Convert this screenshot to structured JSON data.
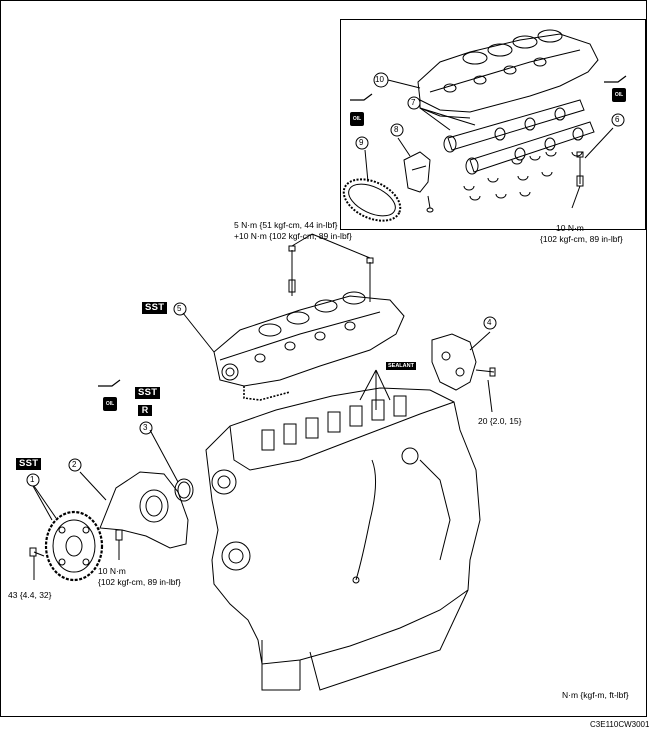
{
  "callouts": [
    "1",
    "2",
    "3",
    "4",
    "5",
    "6",
    "7",
    "8",
    "9",
    "10"
  ],
  "torque": {
    "head_bolt_line1": "5 N·m {51 kgf-cm, 44 in-lbf}",
    "head_bolt_line2": "+10 N·m {102 kgf-cm, 89 in-lbf}",
    "inset_bolt_line1": "10 N·m",
    "inset_bolt_line2": "{102 kgf-cm, 89 in-lbf}",
    "cover_bolt_line1": "10 N·m",
    "cover_bolt_line2": "{102 kgf-cm, 89 in-lbf}",
    "bracket_bolt": "20 {2.0, 15}",
    "pulley_bolt": "43 {4.4, 32}"
  },
  "badges": {
    "sst": "SST",
    "r": "R",
    "sealant": "SEALANT",
    "oil": "OIL"
  },
  "units_note": "N·m {kgf-m, ft-lbf}",
  "figure_code": "C3E110CW3001"
}
